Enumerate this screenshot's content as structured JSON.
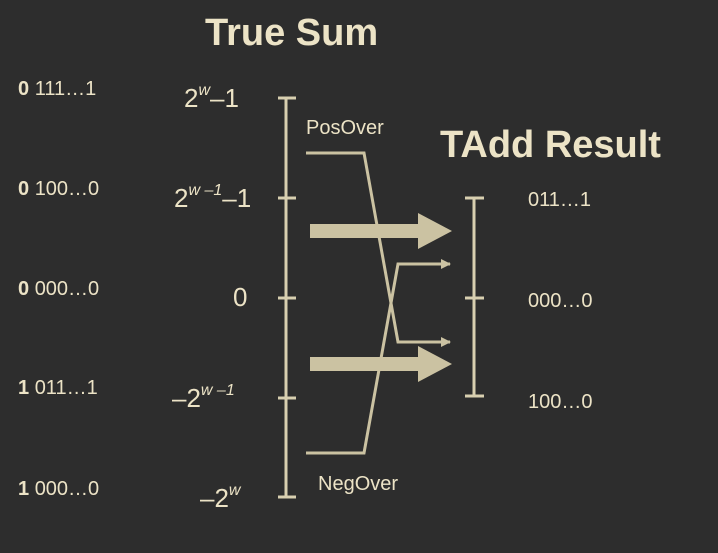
{
  "titles": {
    "true_sum": "True Sum",
    "tadd_result": "TAdd Result"
  },
  "bit_patterns": [
    {
      "sign": "0",
      "rest": "111…1"
    },
    {
      "sign": "0",
      "rest": "100…0"
    },
    {
      "sign": "0",
      "rest": "000…0"
    },
    {
      "sign": "1",
      "rest": "011…1"
    },
    {
      "sign": "1",
      "rest": "000…0"
    }
  ],
  "true_sum_ticks": [
    {
      "base": "2",
      "exp": "w",
      "suffix": "–1"
    },
    {
      "base": "2",
      "exp": "w –1",
      "suffix": "–1"
    },
    {
      "base": "0",
      "exp": "",
      "suffix": ""
    },
    {
      "base": "–2",
      "exp": "w –1",
      "suffix": ""
    },
    {
      "base": "–2",
      "exp": "w",
      "suffix": ""
    }
  ],
  "result_labels": [
    "011…1",
    "000…0",
    "100…0"
  ],
  "overflow_labels": {
    "pos": "PosOver",
    "neg": "NegOver"
  },
  "colors": {
    "background": "#2d2d2d",
    "line": "#d8cfb0",
    "arrow": "#cbc2a2",
    "text": "#ece3c6"
  }
}
